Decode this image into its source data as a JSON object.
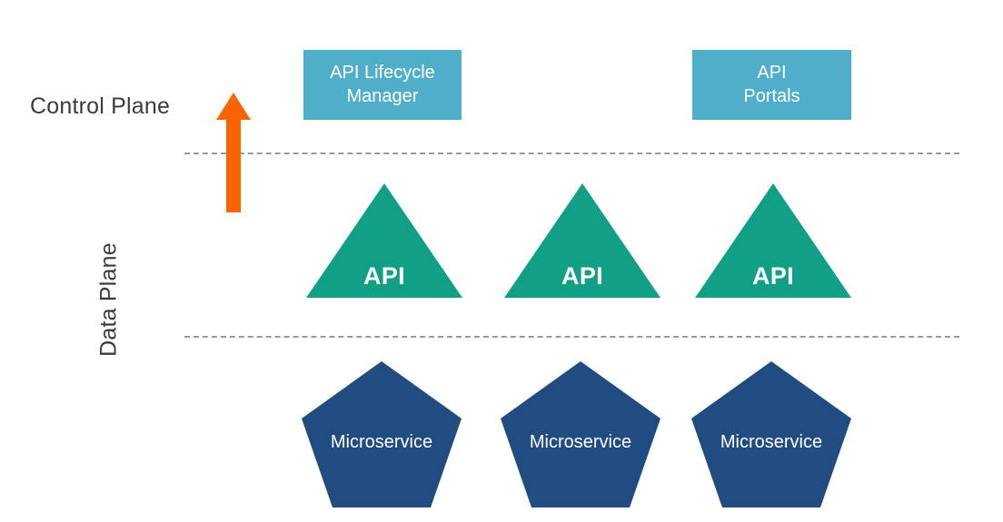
{
  "diagram": {
    "title_labels": {
      "control_plane": "Control Plane",
      "data_plane": "Data Plane"
    },
    "colors": {
      "control_plane_box": "#4FAFCB",
      "api_triangle": "#11A085",
      "microservice_pentagon": "#204C81",
      "arrow": "#FA6400",
      "divider_line": "#9a9a9a",
      "text_dark": "#3b3b3b",
      "text_light": "#ffffff",
      "background": "#ffffff"
    },
    "control_plane": {
      "boxes": [
        {
          "label": "API Lifecycle\nManager",
          "line1": "API Lifecycle",
          "line2": "Manager"
        },
        {
          "label": "API\nPortals",
          "line1": "API",
          "line2": "Portals"
        }
      ],
      "arrow": {
        "direction": "up",
        "icon": "up-arrow-icon"
      }
    },
    "data_plane": {
      "apis": [
        {
          "label": "API"
        },
        {
          "label": "API"
        },
        {
          "label": "API"
        }
      ]
    },
    "backend": {
      "microservices": [
        {
          "label": "Microservice"
        },
        {
          "label": "Microservice"
        },
        {
          "label": "Microservice"
        }
      ]
    },
    "dividers": [
      {
        "name": "control-data-divider"
      },
      {
        "name": "data-backend-divider"
      }
    ]
  }
}
